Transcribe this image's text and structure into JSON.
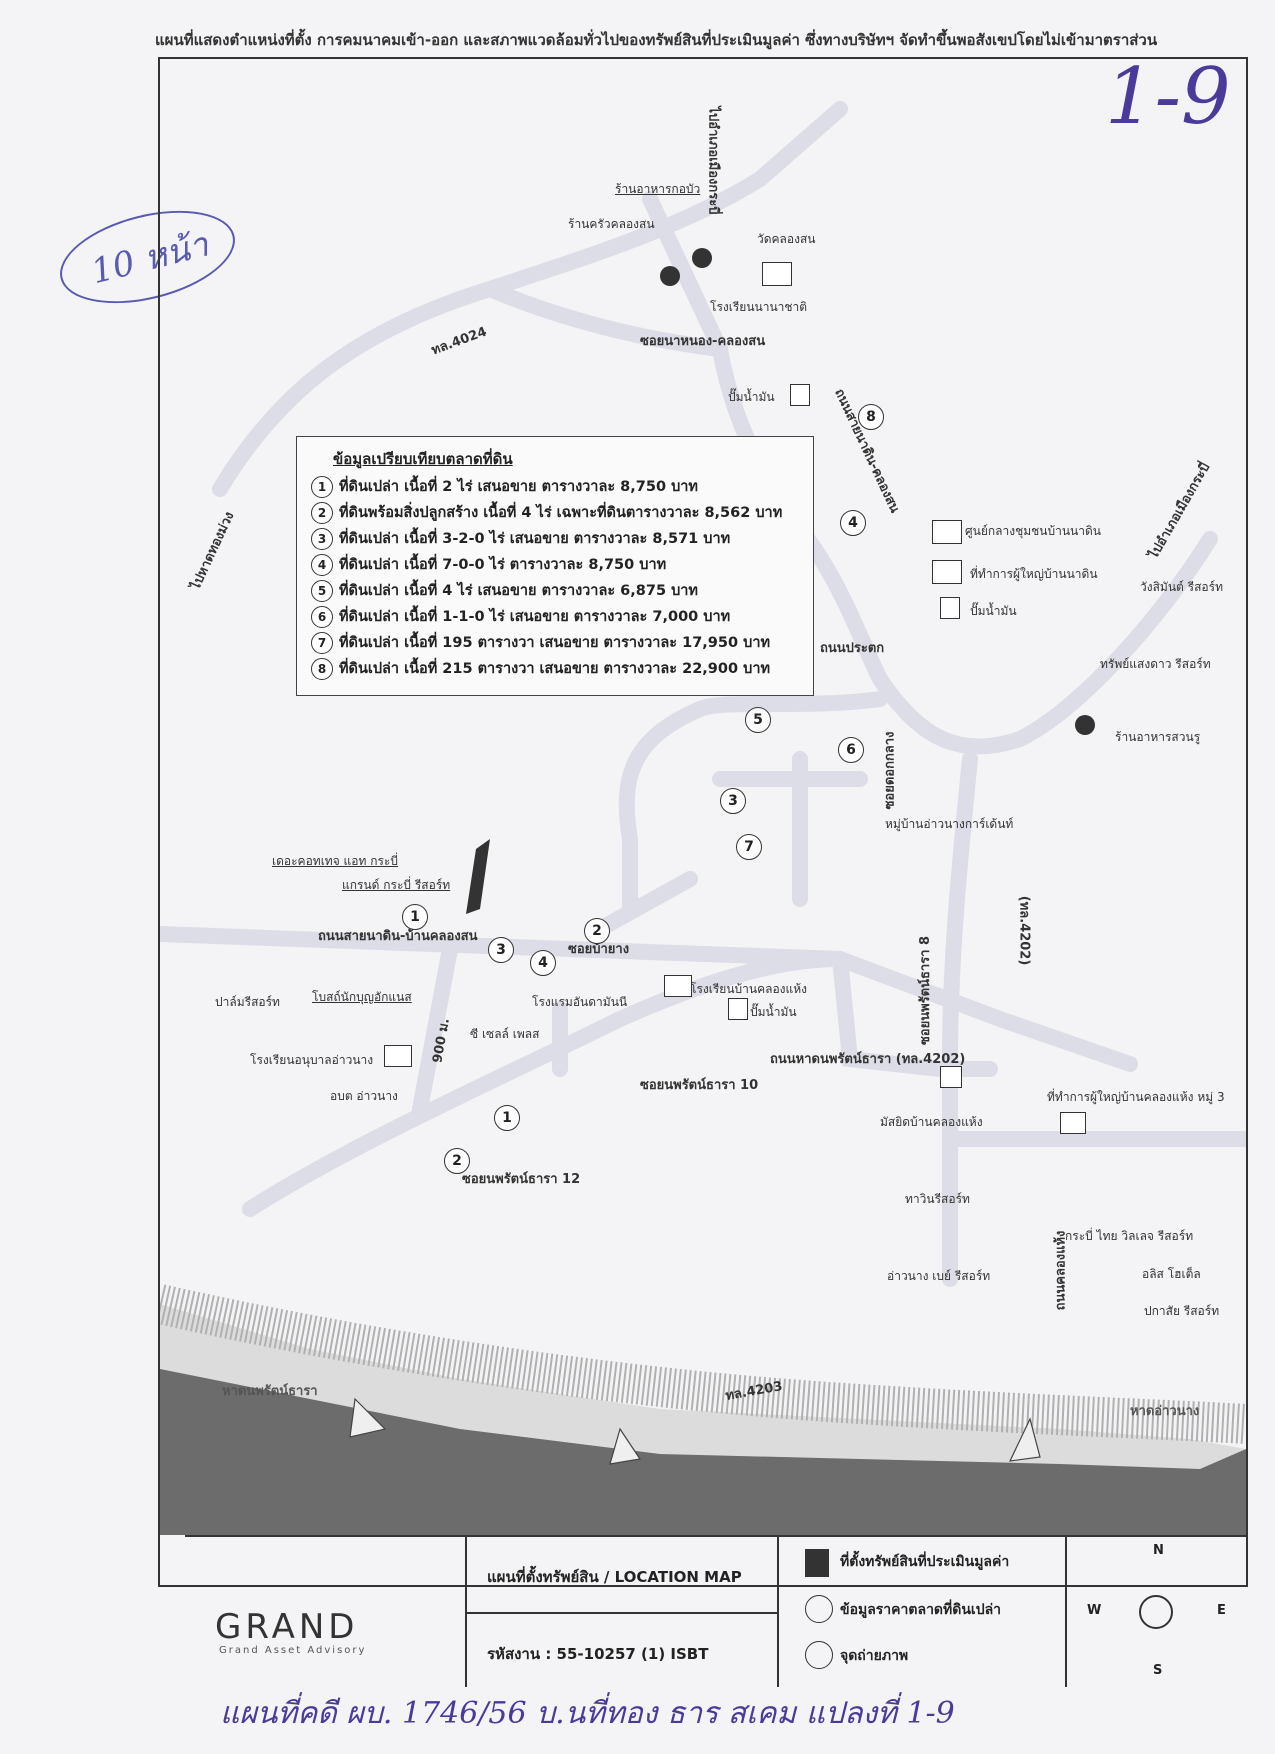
{
  "header": {
    "title": "แผนที่แสดงตำแหน่งที่ตั้ง การคมนาคมเข้า-ออก และสภาพแวดล้อมทั่วไปของทรัพย์สินที่ประเมินมูลค่า ซึ่งทางบริษัทฯ จัดทำขึ้นพอสังเขปโดยไม่เข้ามาตราส่วน",
    "doc_number": "1-9",
    "stamp": "10 หน้า"
  },
  "comparison": {
    "title": "ข้อมูลเปรียบเทียบตลาดที่ดิน",
    "items": [
      {
        "no": "1",
        "text": "ที่ดินเปล่า เนื้อที่ 2 ไร่ เสนอขาย ตารางวาละ 8,750 บาท"
      },
      {
        "no": "2",
        "text": "ที่ดินพร้อมสิ่งปลูกสร้าง เนื้อที่ 4 ไร่ เฉพาะที่ดินตารางวาละ 8,562 บาท"
      },
      {
        "no": "3",
        "text": "ที่ดินเปล่า เนื้อที่ 3-2-0 ไร่ เสนอขาย ตารางวาละ 8,571 บาท"
      },
      {
        "no": "4",
        "text": "ที่ดินเปล่า เนื้อที่ 7-0-0 ไร่ ตารางวาละ 8,750 บาท"
      },
      {
        "no": "5",
        "text": "ที่ดินเปล่า เนื้อที่ 4 ไร่ เสนอขาย ตารางวาละ 6,875 บาท"
      },
      {
        "no": "6",
        "text": "ที่ดินเปล่า เนื้อที่ 1-1-0 ไร่ เสนอขาย ตารางวาละ 7,000 บาท"
      },
      {
        "no": "7",
        "text": "ที่ดินเปล่า เนื้อที่ 195 ตารางวา เสนอขาย ตารางวาละ 17,950 บาท"
      },
      {
        "no": "8",
        "text": "ที่ดินเปล่า เนื้อที่ 215 ตารางวา เสนอขาย ตารางวาละ 22,900 บาท"
      }
    ]
  },
  "roads": {
    "r4024": "ทล.4024",
    "to_muang_top": "ไปอำเภอเมืองกระบี่",
    "to_muang_right": "ไปอำเภอเมืองกระบี่",
    "to_thongmuang": "ไปหาดทองม่วง",
    "soi_nahnong": "ซอยนาหนอง-คลองสน",
    "nasai_khlongson": "ถนนสายนาดิน-คลองสน",
    "prachak": "ถนนประตก",
    "soi_dokklang": "ซอยดอกกลาง",
    "r4202": "(ทล.4202)",
    "sai_nadin": "ถนนสายนาดิน-บ้านคลองสน",
    "soi_bayang": "ซอยบ้ายาง",
    "soi_nopparat8": "ซอยนพรัตน์ธารา 8",
    "soi_nopparat10": "ซอยนพรัตน์ธารา 10",
    "soi_nopparat12": "ซอยนพรัตน์ธารา 12",
    "hat_nopparat": "ถนนหาดนพรัตน์ธารา (ทล.4202)",
    "khlonghaeng": "ถนนคลองแห้ง",
    "r4203": "ทล.4203",
    "dist_900": "900 ม.",
    "beach_left": "หาดนพรัตน์ธารา",
    "beach_right": "หาดอ่าวนาง"
  },
  "places": {
    "restaurant_top": "ร้านอาหารกอบัว",
    "kitchen_khlongson": "ร้านครัวคลองสน",
    "wat": "วัดคลองสน",
    "school_natin": "โรงเรียนนานาชาติ",
    "gas1": "ปั๊มน้ำมัน",
    "center": "ศูนย์กลางชุมชนบ้านนาดิน",
    "headman1": "ที่ทำการผู้ใหญ่บ้านนาดิน",
    "gas2": "ปั๊มน้ำมัน",
    "wang_resort": "วังสิมันต์ รีสอร์ท",
    "sap_resort": "ทรัพย์แสงดาว รีสอร์ท",
    "suanru": "ร้านอาหารสวนรู",
    "village": "หมู่บ้านอ่าวนางการ์เด้นท์",
    "cottage": "เดอะคอทเทจ แอท กระบี่",
    "grand_resort": "แกรนด์ กระบี่ รีสอร์ท",
    "palm_resort": "ปาล์มรีสอร์ท",
    "hotel_nearby": "โรงแรมอันดามันนี",
    "school_khlonghaeng": "โรงเรียนบ้านคลองแห้ง",
    "gas3": "ปั๊มน้ำมัน",
    "boutique": "โบสถ์นักบุญอักแนส",
    "c_spa": "ซี เซลล์ เพลส",
    "school_anuban": "โรงเรียนอนุบาลอ่าวนาง",
    "obt": "อบต อ่าวนาง",
    "mosque": "มัสยิดบ้านคลองแห้ง",
    "headman3": "ที่ทำการผู้ใหญ่บ้านคลองแห้ง หมู่ 3",
    "havin_resort": "ทาวินรีสอร์ท",
    "krabi_thai": "กระบี่ ไทย วิลเลจ รีสอร์ท",
    "aonang_bay": "อ่าวนาง เบย์ รีสอร์ท",
    "asia_hotel": "อลิส โฮเต็ล",
    "pakasai": "ปกาสัย รีสอร์ท"
  },
  "footer": {
    "logo": "GRAND",
    "logo_sub": "Grand Asset Advisory",
    "map_title": "แผนที่ตั้งทรัพย์สิน / LOCATION MAP",
    "code": "รหัสงาน : 55-10257 (1) ISBT",
    "legend_property": "ที่ตั้งทรัพย์สินที่ประเมินมูลค่า",
    "legend_market": "ข้อมูลราคาตลาดที่ดินเปล่า",
    "legend_photo": "จุดถ่ายภาพ",
    "n": "N",
    "s": "S",
    "e": "E",
    "w": "W"
  },
  "handwriting": "แผนที่คดี ผบ. 1746/56 บ.นที่ทอง ธาร สเคม แปลงที่ 1-9",
  "colors": {
    "road": "#dcdde6",
    "sea": "#6c6c6c",
    "sand": "#b0b0b0",
    "ink": "#4b3a9a"
  }
}
